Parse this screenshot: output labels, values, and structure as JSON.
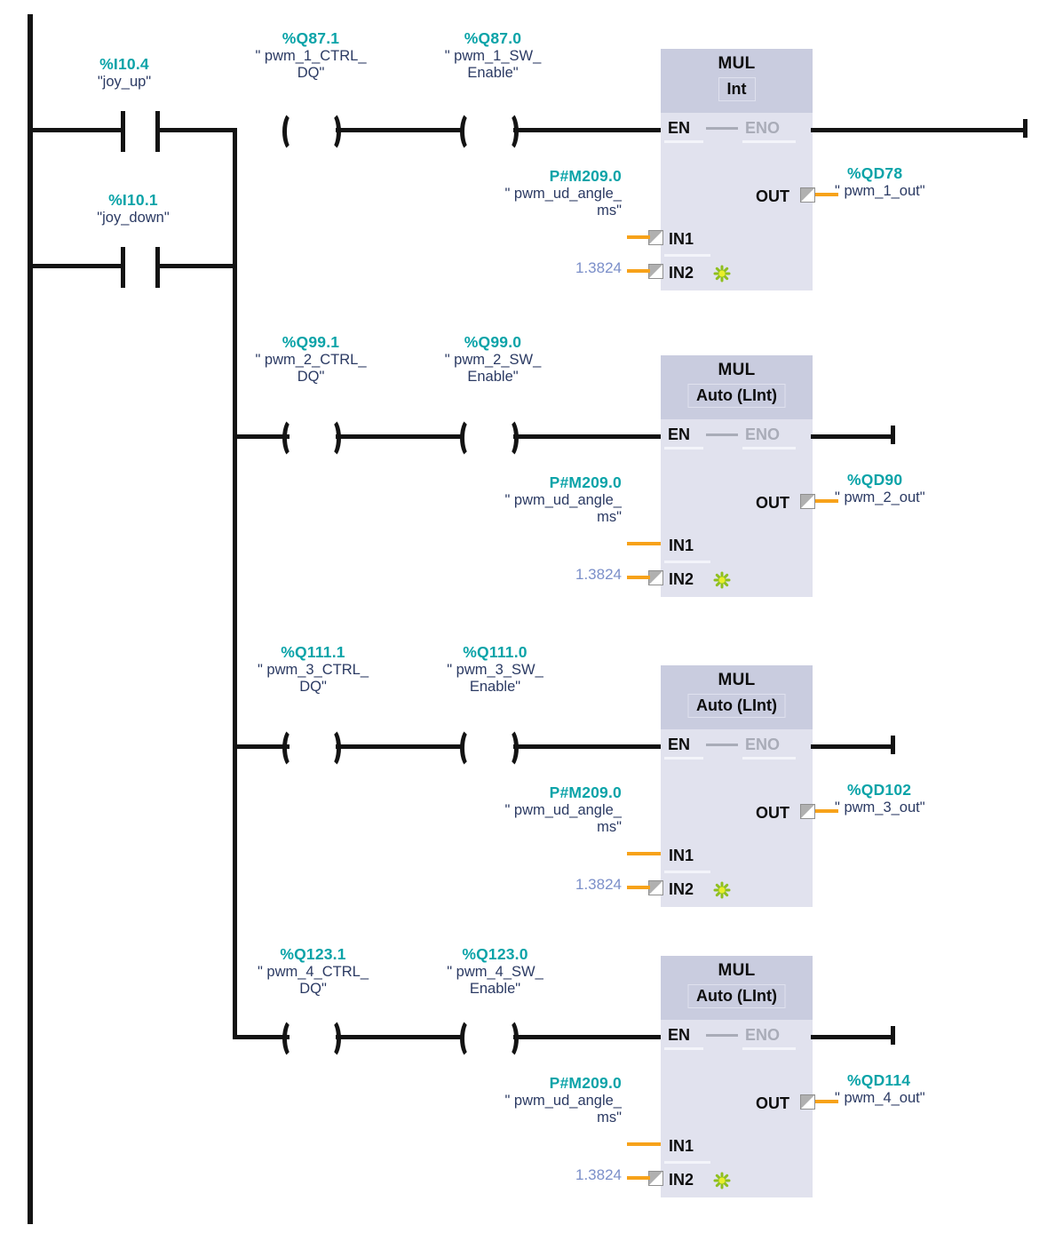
{
  "diagram": {
    "type": "ladder-logic",
    "language": "LAD",
    "network_title": "",
    "colors": {
      "address": "#0aa3a8",
      "symbol": "#2b3a63",
      "constant": "#7b8fc9",
      "wire": "#131313",
      "block_header": "#c9ccdf",
      "block_body": "#e1e2ee",
      "pin_wire": "#f7a21a",
      "disabled": "#a9acb8"
    }
  },
  "inputs": [
    {
      "address": "%I10.4",
      "symbol": "\"joy_up\"",
      "kind": "normally-open-contact"
    },
    {
      "address": "%I10.1",
      "symbol": "\"joy_down\"",
      "kind": "normally-open-contact"
    }
  ],
  "rungs": [
    {
      "index": 1,
      "coil_ctrl": {
        "address": "%Q87.1",
        "symbol_line1": "\" pwm_1_CTRL_",
        "symbol_line2": "DQ\""
      },
      "coil_enable": {
        "address": "%Q87.0",
        "symbol_line1": "\" pwm_1_SW_",
        "symbol_line2": "Enable\""
      },
      "block": {
        "name": "MUL",
        "type": "Int",
        "en_label": "EN",
        "eno_label": "ENO",
        "out_label": "OUT",
        "in1_label": "IN1",
        "in2_label": "IN2",
        "in1": {
          "address": "P#M209.0",
          "symbol_line1": "\" pwm_ud_angle_",
          "symbol_line2": "ms\""
        },
        "in2": {
          "value": "1.3824"
        },
        "out": {
          "address": "%QD78",
          "symbol": "\" pwm_1_out\""
        },
        "extend_marker": "green-asterisk"
      }
    },
    {
      "index": 2,
      "coil_ctrl": {
        "address": "%Q99.1",
        "symbol_line1": "\" pwm_2_CTRL_",
        "symbol_line2": "DQ\""
      },
      "coil_enable": {
        "address": "%Q99.0",
        "symbol_line1": "\" pwm_2_SW_",
        "symbol_line2": "Enable\""
      },
      "block": {
        "name": "MUL",
        "type": "Auto (LInt)",
        "en_label": "EN",
        "eno_label": "ENO",
        "out_label": "OUT",
        "in1_label": "IN1",
        "in2_label": "IN2",
        "in1": {
          "address": "P#M209.0",
          "symbol_line1": "\" pwm_ud_angle_",
          "symbol_line2": "ms\""
        },
        "in2": {
          "value": "1.3824"
        },
        "out": {
          "address": "%QD90",
          "symbol": "\" pwm_2_out\""
        },
        "extend_marker": "green-asterisk"
      }
    },
    {
      "index": 3,
      "coil_ctrl": {
        "address": "%Q111.1",
        "symbol_line1": "\" pwm_3_CTRL_",
        "symbol_line2": "DQ\""
      },
      "coil_enable": {
        "address": "%Q111.0",
        "symbol_line1": "\" pwm_3_SW_",
        "symbol_line2": "Enable\""
      },
      "block": {
        "name": "MUL",
        "type": "Auto (LInt)",
        "en_label": "EN",
        "eno_label": "ENO",
        "out_label": "OUT",
        "in1_label": "IN1",
        "in2_label": "IN2",
        "in1": {
          "address": "P#M209.0",
          "symbol_line1": "\" pwm_ud_angle_",
          "symbol_line2": "ms\""
        },
        "in2": {
          "value": "1.3824"
        },
        "out": {
          "address": "%QD102",
          "symbol": "\" pwm_3_out\""
        },
        "extend_marker": "green-asterisk"
      }
    },
    {
      "index": 4,
      "coil_ctrl": {
        "address": "%Q123.1",
        "symbol_line1": "\" pwm_4_CTRL_",
        "symbol_line2": "DQ\""
      },
      "coil_enable": {
        "address": "%Q123.0",
        "symbol_line1": "\" pwm_4_SW_",
        "symbol_line2": "Enable\""
      },
      "block": {
        "name": "MUL",
        "type": "Auto (LInt)",
        "en_label": "EN",
        "eno_label": "ENO",
        "out_label": "OUT",
        "in1_label": "IN1",
        "in2_label": "IN2",
        "in1": {
          "address": "P#M209.0",
          "symbol_line1": "\" pwm_ud_angle_",
          "symbol_line2": "ms\""
        },
        "in2": {
          "value": "1.3824"
        },
        "out": {
          "address": "%QD114",
          "symbol": "\" pwm_4_out\""
        },
        "extend_marker": "green-asterisk"
      }
    }
  ]
}
